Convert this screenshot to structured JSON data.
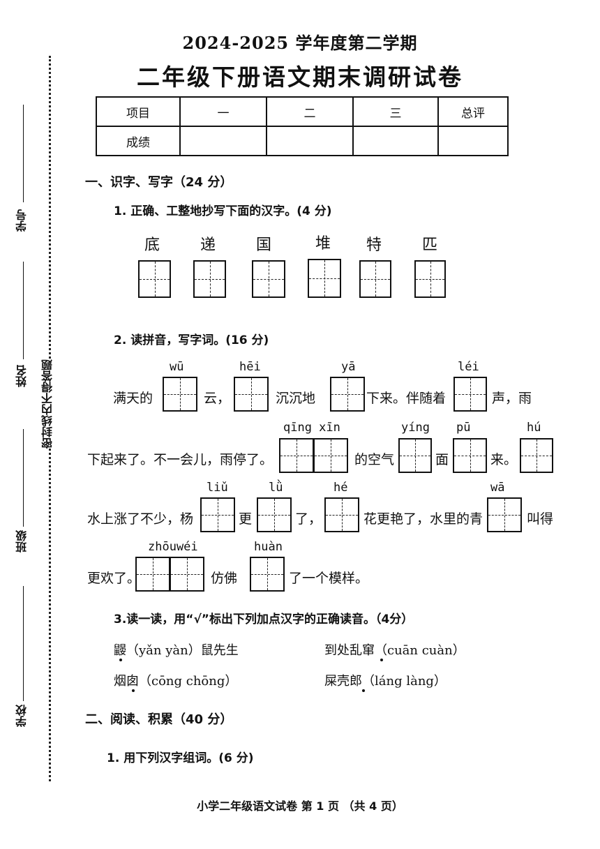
{
  "header": {
    "term": "2024-2025 学年度第二学期",
    "title": "二年级下册语文期末调研试卷"
  },
  "binding": {
    "notice": "密封线内不得答题",
    "fields": [
      "学号",
      "姓名",
      "班级",
      "学校"
    ]
  },
  "score_table": {
    "headers": [
      "项目",
      "一",
      "二",
      "三",
      "总评"
    ],
    "row_label": "成绩"
  },
  "section1": {
    "heading": "一、识字、写字（24 分）",
    "q1": {
      "prompt": "1. 正确、工整地抄写下面的汉字。(4 分)",
      "chars": [
        "底",
        "递",
        "国",
        "堆",
        "特",
        "匹"
      ]
    },
    "q2": {
      "prompt": "2. 读拼音，写字词。(16 分)",
      "line1": {
        "t1": "满天的",
        "p1": "wū",
        "t2": "云，",
        "p2": "hēi",
        "t3": "沉沉地",
        "p3": "yā",
        "t4": "下来。伴随着",
        "p4": "léi",
        "t5": "声，雨"
      },
      "line2": {
        "t1": "下起来了。不一会儿，雨停了。",
        "p1": "qīng xīn",
        "t2": "的空气",
        "p2": "yíng",
        "t3": "面",
        "p3": "pū",
        "t4": "来。",
        "p4": "hú"
      },
      "line3": {
        "t1": "水上涨了不少，杨",
        "p1": "liǔ",
        "t2": "更",
        "p2": "lǜ",
        "t3": "了，",
        "p3": "hé",
        "t4": "花更艳了，水里的青",
        "p4": "wā",
        "t5": "叫得"
      },
      "line4": {
        "t1": "更欢了。",
        "p1": "zhōuwéi",
        "t2": "仿佛",
        "p2": "huàn",
        "t3": "了一个模样。"
      }
    },
    "q3": {
      "prompt": "3.读一读，用“√”标出下列加点汉字的正确读音。（4分）",
      "items": [
        "鼹（yǎn yàn）鼠先生",
        "到处乱窜（cuān cuàn）",
        "烟囱（cōng chōng）",
        "屎壳郎（láng làng）"
      ]
    }
  },
  "section2": {
    "heading": "二、阅读、积累（40 分）",
    "q1": {
      "prompt": "1. 用下列汉字组词。(6 分)"
    }
  },
  "footer": "小学二年级语文试卷 第 1 页 （共 4 页）"
}
